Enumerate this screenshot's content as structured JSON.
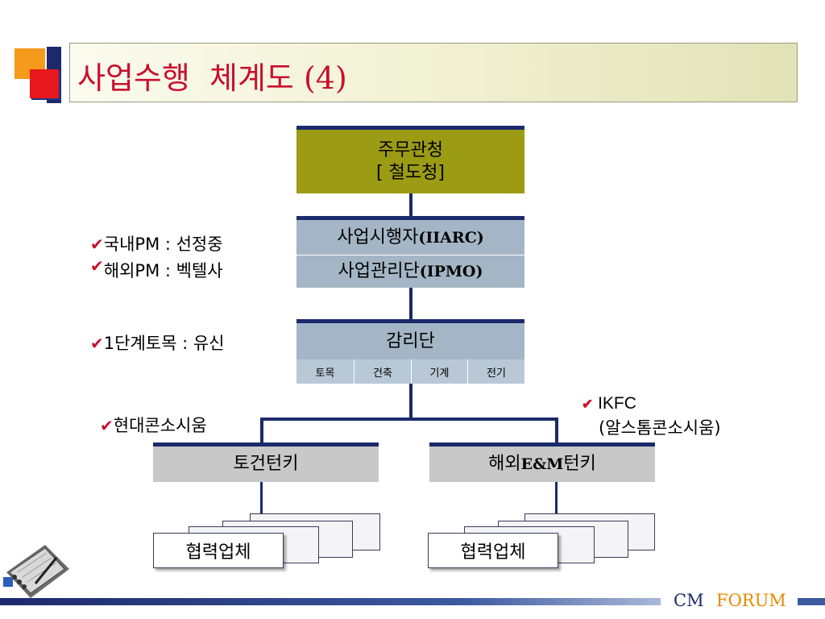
{
  "title": "사업수행  체계도 (4)",
  "colors": {
    "accent_red": "#c8102e",
    "navy": "#1b2a6b",
    "olive": "#9b9b14",
    "steel": "#a4b6c6",
    "forum_orange": "#e38a00"
  },
  "icons": [
    "logo-squares-icon",
    "planner-notebook-icon",
    "check-icon"
  ],
  "org": {
    "authority": {
      "line1": "주무관청",
      "line2": "[ 철도청]"
    },
    "implementer": {
      "kr": "사업시행자",
      "en": "(IIARC)"
    },
    "pmo": {
      "kr": "사업관리단",
      "en": "(IPMO)"
    },
    "supervision": {
      "label": "감리단",
      "sub": [
        "토목",
        "건축",
        "기계",
        "전기"
      ]
    },
    "turnkey_civil": {
      "label": "토건턴키"
    },
    "turnkey_em": {
      "kr1": "해외",
      "en": "E&M",
      "kr2": "턴키"
    },
    "partner_left": "협력업체",
    "partner_right": "협력업체"
  },
  "notes": {
    "domestic_pm": "국내PM : 선정중",
    "overseas_pm": "해외PM : 벡텔사",
    "stage1": "1단계토목 : 유신",
    "hyundai": "현대콘소시움",
    "ikfc_line1": "IKFC",
    "ikfc_line2": "(알스톰콘소시움)"
  },
  "footer": {
    "cm": "CM",
    "forum": "FORUM"
  }
}
